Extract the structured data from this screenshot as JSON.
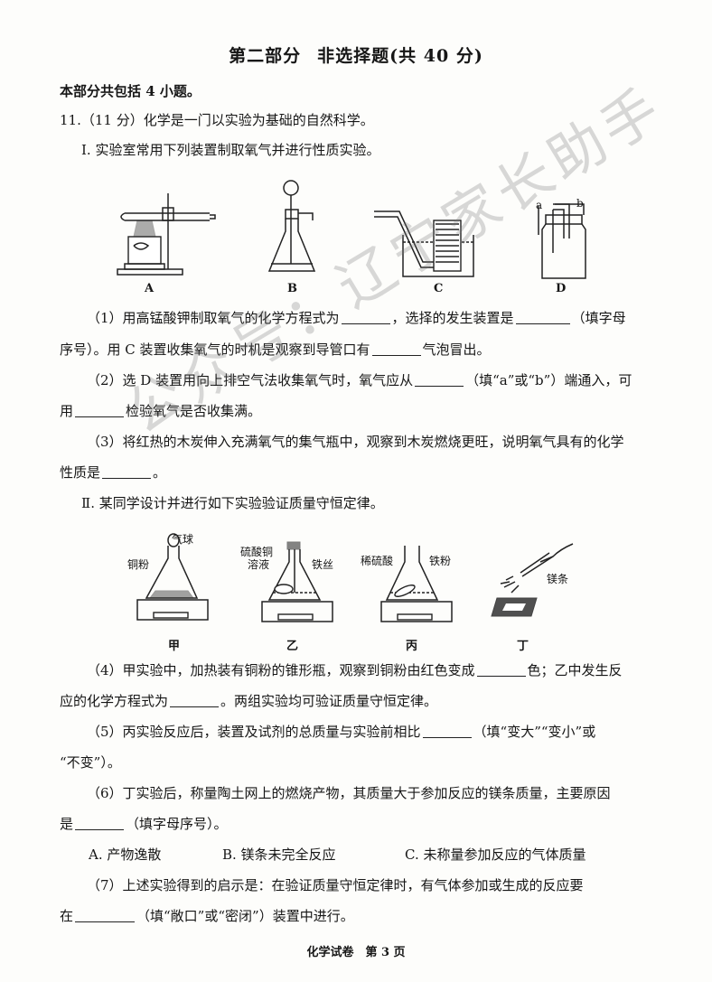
{
  "header": {
    "part": "第二部分",
    "title": "非选择题(共 40 分)"
  },
  "intro": "本部分共包括 4 小题。",
  "q11": {
    "stem": "11.（11 分）化学是一门以实验为基础的自然科学。",
    "section1": "Ⅰ. 实验室常用下列装置制取氧气并进行性质实验。",
    "apparatus_labels": [
      "A",
      "B",
      "C",
      "D"
    ],
    "gas_bottle_ports": [
      "a",
      "b"
    ],
    "p1_line1_a": "（1）用高锰酸钾制取氧气的化学方程式为",
    "p1_line1_b": "，选择的发生装置是",
    "p1_line1_c": "（填字母",
    "p1_line2_a": "序号）。用 C 装置收集氧气的时机是观察到导管口有",
    "p1_line2_b": "气泡冒出。",
    "p2_line1_a": "（2）选 D 装置用向上排空气法收集氧气时，氧气应从",
    "p2_line1_b": "（填“a”或“b”）端通入，可",
    "p2_line2_a": "用",
    "p2_line2_b": "检验氧气是否收集满。",
    "p3_line1": "（3）将红热的木炭伸入充满氧气的集气瓶中，观察到木炭燃烧更旺，说明氧气具有的化学",
    "p3_line2_a": "性质是",
    "p3_line2_b": "。",
    "section2": "Ⅱ. 某同学设计并进行如下实验验证质量守恒定律。",
    "setup_labels": [
      "甲",
      "乙",
      "丙",
      "丁"
    ],
    "figure_callouts": {
      "balloon": "气球",
      "copper_powder": "铜粉",
      "copper_sulfate_1": "硫酸铜",
      "copper_sulfate_2": "溶液",
      "iron_wire": "铁丝",
      "dilute_acid": "稀硫酸",
      "iron_powder": "铁粉",
      "magnesium_ribbon": "镁条"
    },
    "p4_line1_a": "（4）甲实验中，加热装有铜粉的锥形瓶，观察到铜粉由红色变成",
    "p4_line1_b": "色；乙中发生反",
    "p4_line2_a": "应的化学方程式为",
    "p4_line2_b": "。两组实验均可验证质量守恒定律。",
    "p5_line1_a": "（5）丙实验反应后，装置及试剂的总质量与实验前相比",
    "p5_line1_b": "（填“变大”“变小”或",
    "p5_line2": "“不变”）。",
    "p6_line1": "（6）丁实验后，称量陶土网上的燃烧产物，其质量大于参加反应的镁条质量，主要原因",
    "p6_line2_a": "是",
    "p6_line2_b": "（填字母序号）。",
    "options": [
      "A. 产物逸散",
      "B. 镁条未完全反应",
      "C. 未称量参加反应的气体质量"
    ],
    "p7_line1": "（7）上述实验得到的启示是：在验证质量守恒定律时，有气体参加或生成的反应要",
    "p7_line2_a": "在",
    "p7_line2_b": "（填“敞口”或“密闭”）装置中进行。"
  },
  "footer": "化学试卷　第 3 页",
  "watermark": "公众号：辽宁家长助手"
}
